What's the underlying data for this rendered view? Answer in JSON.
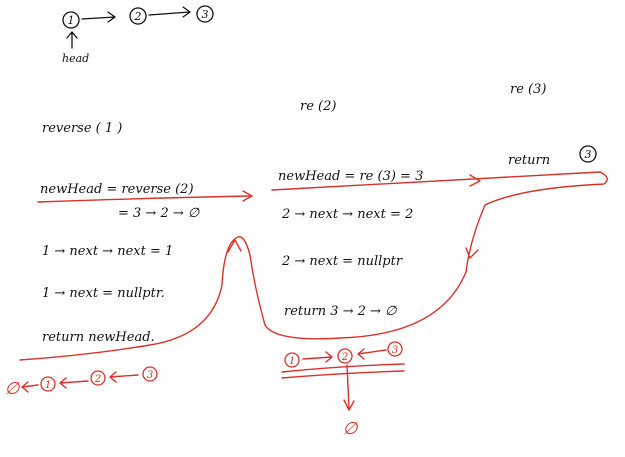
{
  "colors": {
    "ink": "#111111",
    "red_ink": "#d8322b",
    "background": "#ffffff"
  },
  "top_list": {
    "nodes": [
      "1",
      "2",
      "3"
    ],
    "head_label": "head"
  },
  "labels": {
    "reverse_1": "reverse ( 1 )",
    "re_2": "re (2)",
    "re_3": "re (3)",
    "newhead_eq": "newHead = reverse (2)",
    "eq_chain": "= 3 → 2 → ∅",
    "one_next_next": "1 → next → next = 1",
    "one_next_null": "1 → next = nullptr.",
    "return_newhead": "return newHead.",
    "newhead_re2": "newHead = re (3) = 3",
    "return_3_text": "return",
    "return_3_node": "3",
    "two_next_next": "2 → next → next = 2",
    "two_next_null": "2 → next = nullptr",
    "return_chain": "return 3 → 2 → ∅"
  },
  "red_chain_left": {
    "items": [
      "∅",
      "1",
      "2",
      "3"
    ]
  },
  "red_chain_mid": {
    "items": [
      "1",
      "2",
      "3"
    ],
    "null_symbol": "∅"
  }
}
